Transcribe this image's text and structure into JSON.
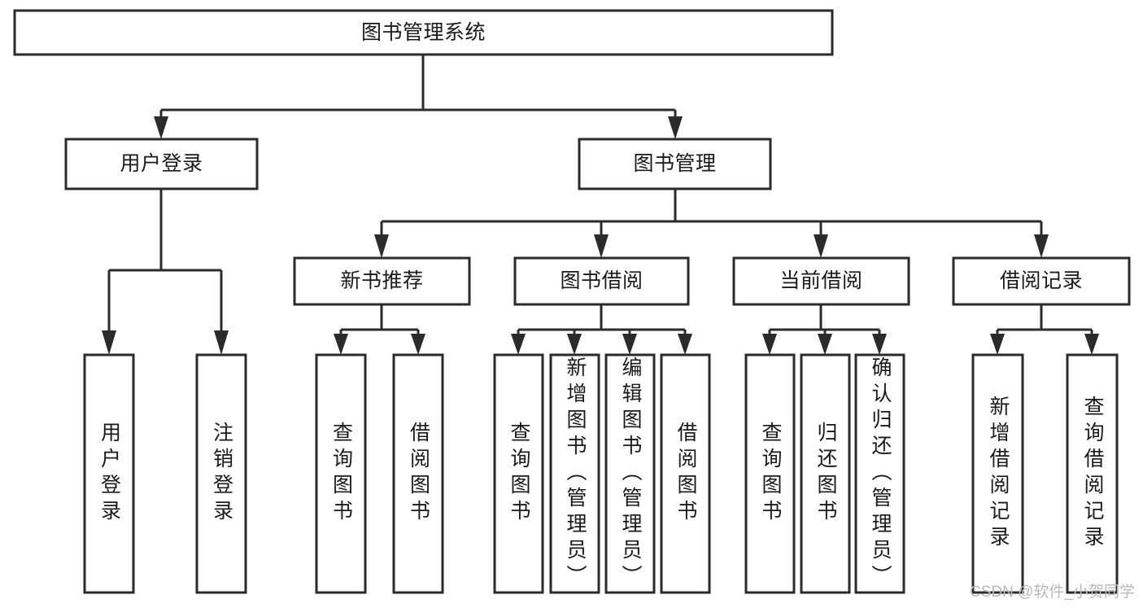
{
  "diagram": {
    "type": "tree-hierarchy",
    "title": "图书管理系统",
    "orientation": "top-down",
    "background_color": "#ffffff",
    "box_stroke_color": "#2b2b2b",
    "text_color": "#1a1a1a",
    "levels": [
      {
        "level": 1,
        "nodes": [
          {
            "id": "root",
            "label": "图书管理系统",
            "text_direction": "horizontal"
          }
        ]
      },
      {
        "level": 2,
        "nodes": [
          {
            "id": "user-login",
            "label": "用户登录",
            "text_direction": "horizontal",
            "parent": "root"
          },
          {
            "id": "book-manage",
            "label": "图书管理",
            "text_direction": "horizontal",
            "parent": "root"
          }
        ]
      },
      {
        "level": 3,
        "nodes": [
          {
            "id": "new-book-rec",
            "label": "新书推荐",
            "text_direction": "horizontal",
            "parent": "book-manage"
          },
          {
            "id": "book-borrow",
            "label": "图书借阅",
            "text_direction": "horizontal",
            "parent": "book-manage"
          },
          {
            "id": "current-borrow",
            "label": "当前借阅",
            "text_direction": "horizontal",
            "parent": "book-manage"
          },
          {
            "id": "borrow-record",
            "label": "借阅记录",
            "text_direction": "horizontal",
            "parent": "book-manage"
          }
        ]
      },
      {
        "level": 4,
        "nodes": [
          {
            "id": "leaf-1",
            "label": "用户登录",
            "text_direction": "vertical",
            "parent": "user-login"
          },
          {
            "id": "leaf-2",
            "label": "注销登录",
            "text_direction": "vertical",
            "parent": "user-login"
          },
          {
            "id": "leaf-3",
            "label": "查询图书",
            "text_direction": "vertical",
            "parent": "new-book-rec"
          },
          {
            "id": "leaf-4",
            "label": "借阅图书",
            "text_direction": "vertical",
            "parent": "new-book-rec"
          },
          {
            "id": "leaf-5",
            "label": "查询图书",
            "text_direction": "vertical",
            "parent": "book-borrow"
          },
          {
            "id": "leaf-6",
            "label": "新增图书（管理员）",
            "text_direction": "vertical",
            "parent": "book-borrow"
          },
          {
            "id": "leaf-7",
            "label": "编辑图书（管理员）",
            "text_direction": "vertical",
            "parent": "book-borrow"
          },
          {
            "id": "leaf-8",
            "label": "借阅图书",
            "text_direction": "vertical",
            "parent": "book-borrow"
          },
          {
            "id": "leaf-9",
            "label": "查询图书",
            "text_direction": "vertical",
            "parent": "current-borrow"
          },
          {
            "id": "leaf-10",
            "label": "归还图书",
            "text_direction": "vertical",
            "parent": "current-borrow"
          },
          {
            "id": "leaf-11",
            "label": "确认归还（管理员）",
            "text_direction": "vertical",
            "parent": "current-borrow"
          },
          {
            "id": "leaf-12",
            "label": "新增借阅记录",
            "text_direction": "vertical",
            "parent": "borrow-record"
          },
          {
            "id": "leaf-13",
            "label": "查询借阅记录",
            "text_direction": "vertical",
            "parent": "borrow-record"
          }
        ]
      }
    ]
  },
  "watermark": {
    "text": "CSDN @软件_小贺同学"
  }
}
